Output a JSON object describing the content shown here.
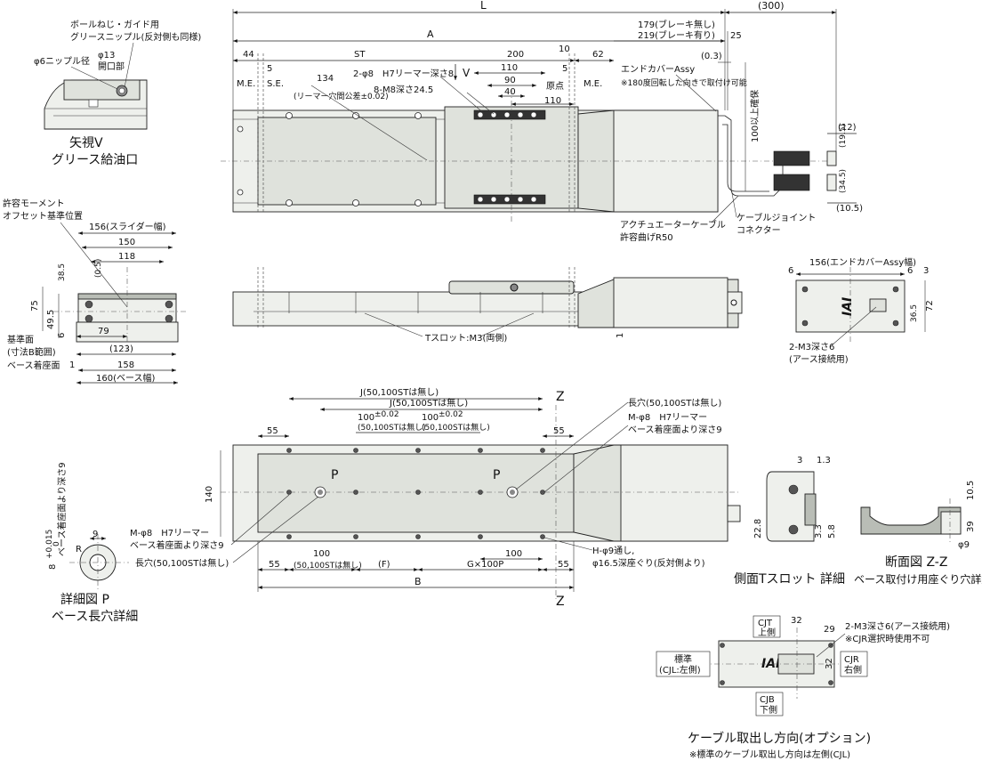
{
  "labels": {
    "L": "L",
    "stroke300": "(300)",
    "A": "A",
    "ST": "ST",
    "d44": "44",
    "d5a": "5",
    "d5b": "5",
    "d200": "200",
    "d10": "10",
    "d62": "62",
    "d25": "25",
    "brakeless": "179(ブレーキ無し)",
    "brake": "219(ブレーキ有り)",
    "d03": "(0.3)",
    "ME1": "M.E.",
    "SE": "S.E.",
    "ME2": "M.E.",
    "origin": "原点",
    "d134": "134",
    "reamerTol": "(リーマー穴間公差±0.02)",
    "pin2": "2-φ8　H7リーマー深さ8",
    "m8": "8-M8深さ24.5",
    "viewV": "V",
    "d110a": "110",
    "d90": "90",
    "d40": "40",
    "d110b": "110",
    "endCover": "エンドカバーAssy",
    "endCoverNote": "※180度回転した向きで取付け可能",
    "min100": "100以上確保",
    "d12": "(12)",
    "d195": "(19.5)",
    "d345": "(34.5)",
    "d105": "(10.5)",
    "actCable1": "アクチュエーターケーブル",
    "actCable2": "許容曲げR50",
    "joint1": "ケーブルジョイント",
    "joint2": "コネクター",
    "greaseTitle1": "ボールねじ・ガイド用",
    "greaseTitle2": "グリースニップル(反対側も同様)",
    "phi13": "φ13",
    "openPart": "開口部",
    "phi6": "φ6ニップル径",
    "viewV1": "矢視V",
    "viewV2": "グリース給油口",
    "momentRef1": "許容モーメント",
    "momentRef2": "オフセット基準位置",
    "sliderW": "156(スライダー幅)",
    "d150": "150",
    "d118": "118",
    "d385": "38.5",
    "d05": "(0.5)",
    "d75": "75",
    "d495": "49.5",
    "d6": "6",
    "d79": "79",
    "d123": "(123)",
    "refSurf1": "基準面",
    "refSurf2": "(寸法B範囲)",
    "baseSeat": "ベース着座面",
    "d1": "1",
    "d158": "158",
    "baseW": "160(ベース幅)",
    "tslot": "Tスロット:M3(両側)",
    "d1b": "1",
    "endW": "156(エンドカバーAssy幅)",
    "d6a": "6",
    "d6b": "6",
    "d3": "3",
    "d72": "72",
    "d365": "36.5",
    "earth1": "2-M3深さ6",
    "earth2": "(アース接続用)",
    "J1": "J(50,100STは無し)",
    "J2": "J(50,100STは無し)",
    "Z1": "Z",
    "Z2": "Z",
    "d55a": "55",
    "d55b": "55",
    "d100a": "100",
    "d100aNote": "(50,100STは無し)",
    "d100b": "100",
    "d100bNote": "(50,100STは無し)",
    "tol002a": "±0.02",
    "tol002b": "±0.02",
    "longHoleR": "長穴(50,100STは無し)",
    "mPinR1": "M-φ8　H7リーマー",
    "mPinR2": "ベース着座面より深さ9",
    "d140": "140",
    "Pa": "P",
    "Pb": "P",
    "mPinL1": "M-φ8　H7リーマー",
    "mPinL2": "ベース着座面より深さ9",
    "longHoleL": "長穴(50,100STは無し)",
    "d55c": "55",
    "d100c": "100",
    "d100cNote": "(50,100STは無し)",
    "F": "(F)",
    "G": "G×100P",
    "d55d": "55",
    "d100d": "100",
    "B": "B",
    "hThrough1": "H-φ9通し,",
    "hThrough2": "φ16.5深座ぐり(反対側より)",
    "detP8": "8",
    "detPTol": "+0.015",
    "detPTol2": "0",
    "detPDepth": "ベース着座面より深さ9",
    "d9": "9",
    "R": "R",
    "detailP1": "詳細図 P",
    "detailP2": "ベース長穴詳細",
    "d3b": "3",
    "d13": "1.3",
    "d228": "22.8",
    "d33": "3.3",
    "d58": "5.8",
    "sideT": "側面Tスロット 詳細",
    "d105b": "10.5",
    "d39": "39",
    "phi9": "φ9",
    "secZ": "断面図 Z-Z",
    "secZsub": "ベース取付け用座ぐり穴詳細",
    "cjt1": "CJT",
    "cjt2": "上側",
    "d32a": "32",
    "d29": "29",
    "earthOpt1": "2-M3深さ6(アース接続用)",
    "earthOpt2": "※CJR選択時使用不可",
    "std1": "標準",
    "std2": "(CJL:左側)",
    "d32b": "32",
    "cjr1": "CJR",
    "cjr2": "右側",
    "cjb1": "CJB",
    "cjb2": "下側",
    "cableDir": "ケーブル取出し方向(オプション)",
    "cableDirNote": "※標準のケーブル取出し方向は左側(CJL)"
  }
}
